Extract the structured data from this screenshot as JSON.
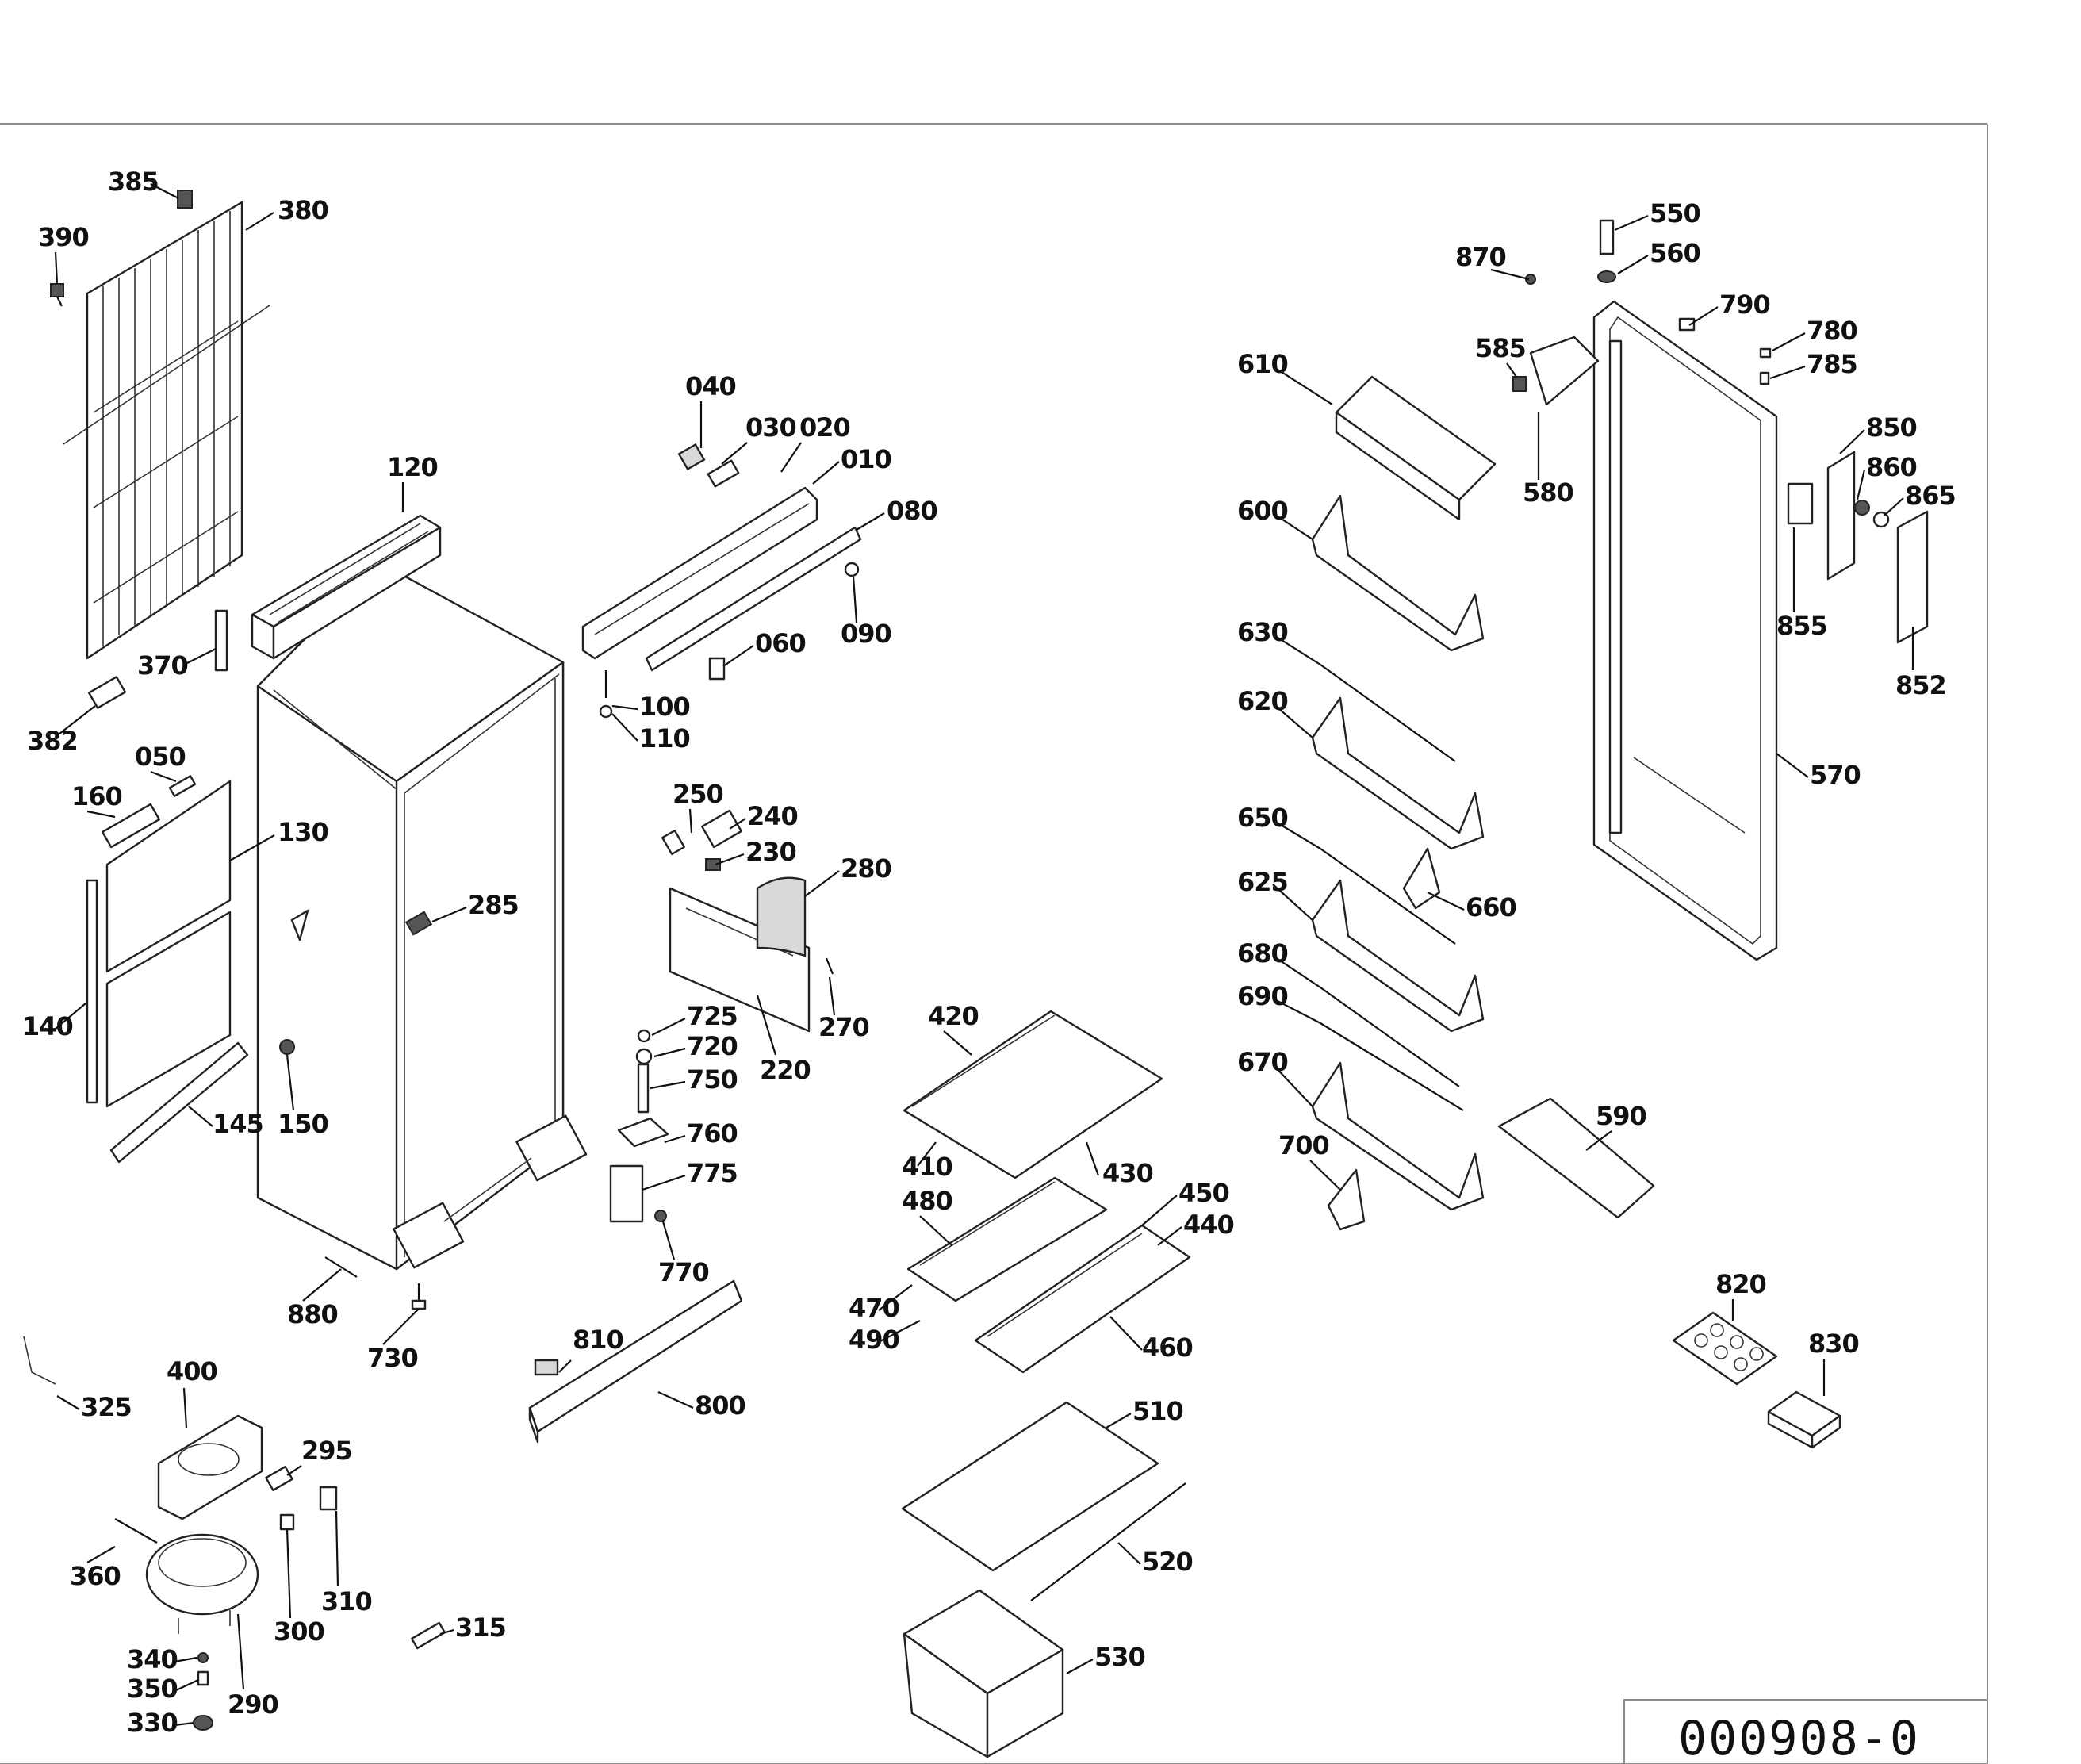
{
  "document_number": "000908-0",
  "callouts": [
    {
      "id": "385",
      "label": "385"
    },
    {
      "id": "380",
      "label": "380"
    },
    {
      "id": "390",
      "label": "390"
    },
    {
      "id": "370",
      "label": "370"
    },
    {
      "id": "382",
      "label": "382"
    },
    {
      "id": "120",
      "label": "120"
    },
    {
      "id": "040",
      "label": "040"
    },
    {
      "id": "030",
      "label": "030"
    },
    {
      "id": "020",
      "label": "020"
    },
    {
      "id": "010",
      "label": "010"
    },
    {
      "id": "080",
      "label": "080"
    },
    {
      "id": "090",
      "label": "090"
    },
    {
      "id": "060",
      "label": "060"
    },
    {
      "id": "100",
      "label": "100"
    },
    {
      "id": "110",
      "label": "110"
    },
    {
      "id": "050",
      "label": "050"
    },
    {
      "id": "160",
      "label": "160"
    },
    {
      "id": "130",
      "label": "130"
    },
    {
      "id": "140",
      "label": "140"
    },
    {
      "id": "145",
      "label": "145"
    },
    {
      "id": "150",
      "label": "150"
    },
    {
      "id": "285",
      "label": "285"
    },
    {
      "id": "250",
      "label": "250"
    },
    {
      "id": "240",
      "label": "240"
    },
    {
      "id": "230",
      "label": "230"
    },
    {
      "id": "280",
      "label": "280"
    },
    {
      "id": "270",
      "label": "270"
    },
    {
      "id": "220",
      "label": "220"
    },
    {
      "id": "725",
      "label": "725"
    },
    {
      "id": "720",
      "label": "720"
    },
    {
      "id": "750",
      "label": "750"
    },
    {
      "id": "760",
      "label": "760"
    },
    {
      "id": "775",
      "label": "775"
    },
    {
      "id": "770",
      "label": "770"
    },
    {
      "id": "880",
      "label": "880"
    },
    {
      "id": "730",
      "label": "730"
    },
    {
      "id": "810",
      "label": "810"
    },
    {
      "id": "800",
      "label": "800"
    },
    {
      "id": "325",
      "label": "325"
    },
    {
      "id": "400",
      "label": "400"
    },
    {
      "id": "295",
      "label": "295"
    },
    {
      "id": "360",
      "label": "360"
    },
    {
      "id": "310",
      "label": "310"
    },
    {
      "id": "300",
      "label": "300"
    },
    {
      "id": "340",
      "label": "340"
    },
    {
      "id": "350",
      "label": "350"
    },
    {
      "id": "290",
      "label": "290"
    },
    {
      "id": "330",
      "label": "330"
    },
    {
      "id": "315",
      "label": "315"
    },
    {
      "id": "420",
      "label": "420"
    },
    {
      "id": "410",
      "label": "410"
    },
    {
      "id": "430",
      "label": "430"
    },
    {
      "id": "480",
      "label": "480"
    },
    {
      "id": "450",
      "label": "450"
    },
    {
      "id": "440",
      "label": "440"
    },
    {
      "id": "470",
      "label": "470"
    },
    {
      "id": "490",
      "label": "490"
    },
    {
      "id": "460",
      "label": "460"
    },
    {
      "id": "510",
      "label": "510"
    },
    {
      "id": "520",
      "label": "520"
    },
    {
      "id": "530",
      "label": "530"
    },
    {
      "id": "610",
      "label": "610"
    },
    {
      "id": "600",
      "label": "600"
    },
    {
      "id": "630",
      "label": "630"
    },
    {
      "id": "620",
      "label": "620"
    },
    {
      "id": "650",
      "label": "650"
    },
    {
      "id": "625",
      "label": "625"
    },
    {
      "id": "660",
      "label": "660"
    },
    {
      "id": "680",
      "label": "680"
    },
    {
      "id": "690",
      "label": "690"
    },
    {
      "id": "670",
      "label": "670"
    },
    {
      "id": "700",
      "label": "700"
    },
    {
      "id": "590",
      "label": "590"
    },
    {
      "id": "550",
      "label": "550"
    },
    {
      "id": "560",
      "label": "560"
    },
    {
      "id": "870",
      "label": "870"
    },
    {
      "id": "790",
      "label": "790"
    },
    {
      "id": "780",
      "label": "780"
    },
    {
      "id": "785",
      "label": "785"
    },
    {
      "id": "585",
      "label": "585"
    },
    {
      "id": "580",
      "label": "580"
    },
    {
      "id": "850",
      "label": "850"
    },
    {
      "id": "860",
      "label": "860"
    },
    {
      "id": "865",
      "label": "865"
    },
    {
      "id": "855",
      "label": "855"
    },
    {
      "id": "852",
      "label": "852"
    },
    {
      "id": "570",
      "label": "570"
    },
    {
      "id": "820",
      "label": "820"
    },
    {
      "id": "830",
      "label": "830"
    }
  ]
}
